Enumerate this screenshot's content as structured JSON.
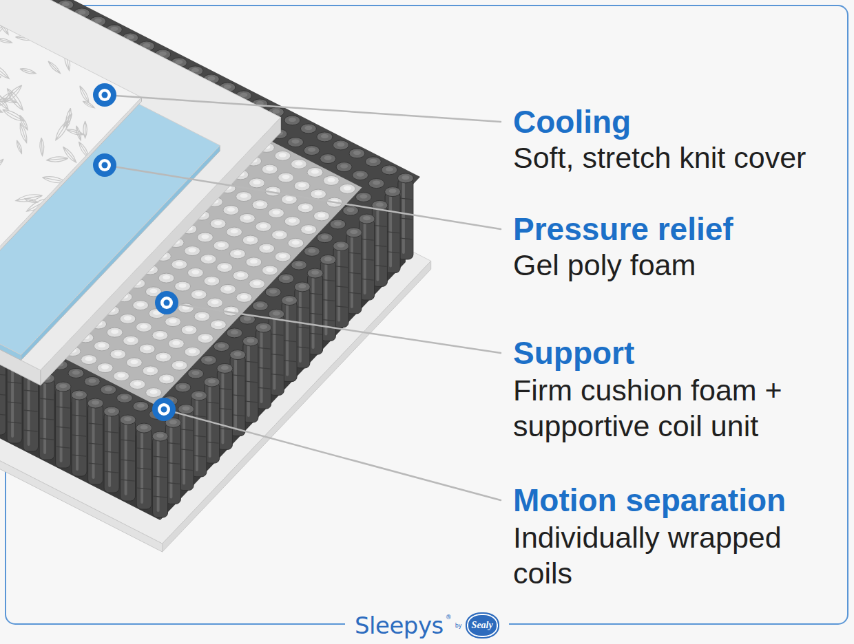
{
  "diagram": {
    "nodes": [
      {
        "text": [
          "Sealy"
        ]
      }
    ],
    "labels": [
      "Cooling",
      "Soft, stretch knit cover",
      "Pressure relief",
      "Gel poly foam",
      "Support",
      "Firm cushion foam + supportive coil unit",
      "Motion separation",
      "Individually wrapped coils",
      "Sleepys",
      "®",
      "by"
    ]
  }
}
